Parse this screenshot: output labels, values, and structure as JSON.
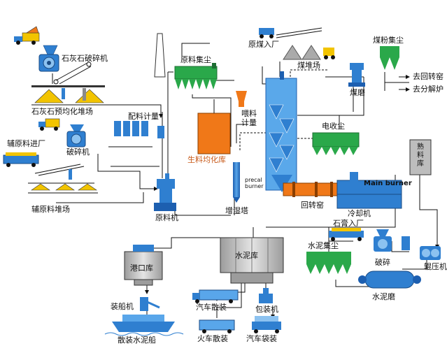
{
  "labels": {
    "limestone_crusher": "石灰石破碎机",
    "limestone_prehomogenization_yard": "石灰石预均化堆场",
    "raw_material_dust_collector": "原料集尘",
    "batching_metering": "配料计量",
    "aux_material_entry": "辅原料进厂",
    "crusher": "破碎机",
    "aux_material_yard": "辅原料堆场",
    "raw_mill": "原料机",
    "homogenization_silo": "生料均化库",
    "feed_metering_1": "喂料",
    "feed_metering_2": "计量",
    "precal_burner_1": "precal",
    "precal_burner_2": "burner",
    "conditioning_tower": "增湿塔",
    "raw_coal_entry": "原煤入厂",
    "coal_yard": "煤堆场",
    "coal_dust_collector": "煤粉集尘",
    "coal_mill": "煤磨",
    "to_rotary_kiln": "去回转窑",
    "to_calciner": "去分解炉",
    "esp": "电收尘",
    "clinker_silo_1": "熟",
    "clinker_silo_2": "料",
    "clinker_silo_3": "库",
    "main_burner": "Main burner",
    "rotary_kiln": "回转窑",
    "cooler": "冷却机",
    "gypsum_entry": "石膏入厂",
    "cement_dust_collector": "水泥集尘",
    "crushing": "破碎",
    "roller_press": "辊压机",
    "cement_mill": "水泥磨",
    "port_silo": "港口库",
    "cement_silo": "水泥库",
    "ship_loader": "装船机",
    "bulk_cement_ship": "散装水泥船",
    "truck_bulk": "汽车散装",
    "packer": "包装机",
    "train_bulk": "火车散装",
    "truck_bagged": "汽车袋装"
  },
  "colors": {
    "equipment_blue": "#2f7fd0",
    "filter_green": "#2aa84a",
    "silo_orange": "#f07818",
    "stockpile_yellow": "#f2c400",
    "line": "#111111",
    "panel_grey": "#bdbdbd"
  }
}
